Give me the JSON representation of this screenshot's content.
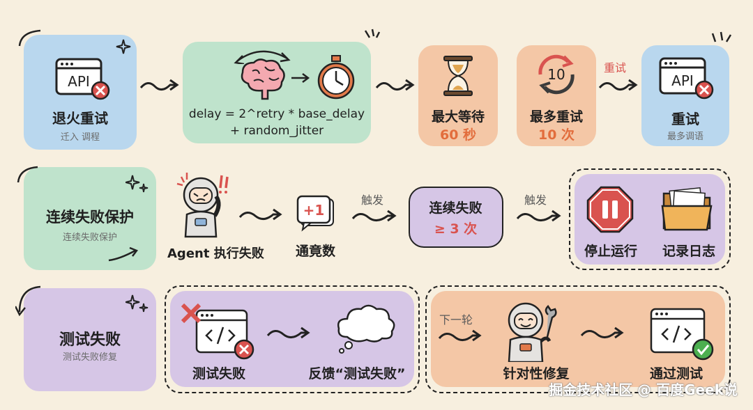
{
  "row1": {
    "backoff": {
      "title": "退火重试",
      "sub": "迁入 调程"
    },
    "formula": {
      "line1": "delay = 2^retry * base_delay",
      "line2": "+ random_jitter"
    },
    "max_wait": {
      "title": "最大等待",
      "value": "60 秒"
    },
    "max_retry": {
      "title": "最多重试",
      "value": "10 次",
      "icon_text": "10"
    },
    "retry_label": "重试",
    "retry": {
      "title": "重试",
      "sub": "最多调语"
    },
    "api_text": "API"
  },
  "row2": {
    "protect": {
      "title": "连续失败保护",
      "sub": "连续失败保护"
    },
    "agent_label": "Agent 执行失败",
    "counter": {
      "label": "通竟数",
      "badge": "+1"
    },
    "trigger1": "触发",
    "consecutive": {
      "title": "连续失败",
      "value": "≥ 3 次"
    },
    "trigger2": "触发",
    "stop": "停止运行",
    "log": "记录日志"
  },
  "row3": {
    "test_fail": {
      "title": "测试失败",
      "sub": "测试失败修复"
    },
    "step1": "测试失败",
    "step2": "反馈“测试失败”",
    "next_round": "下一轮",
    "step3": "针对性修复",
    "step4": "通过测试"
  },
  "watermark": "掘金技术社区 @ 百度Geek说"
}
